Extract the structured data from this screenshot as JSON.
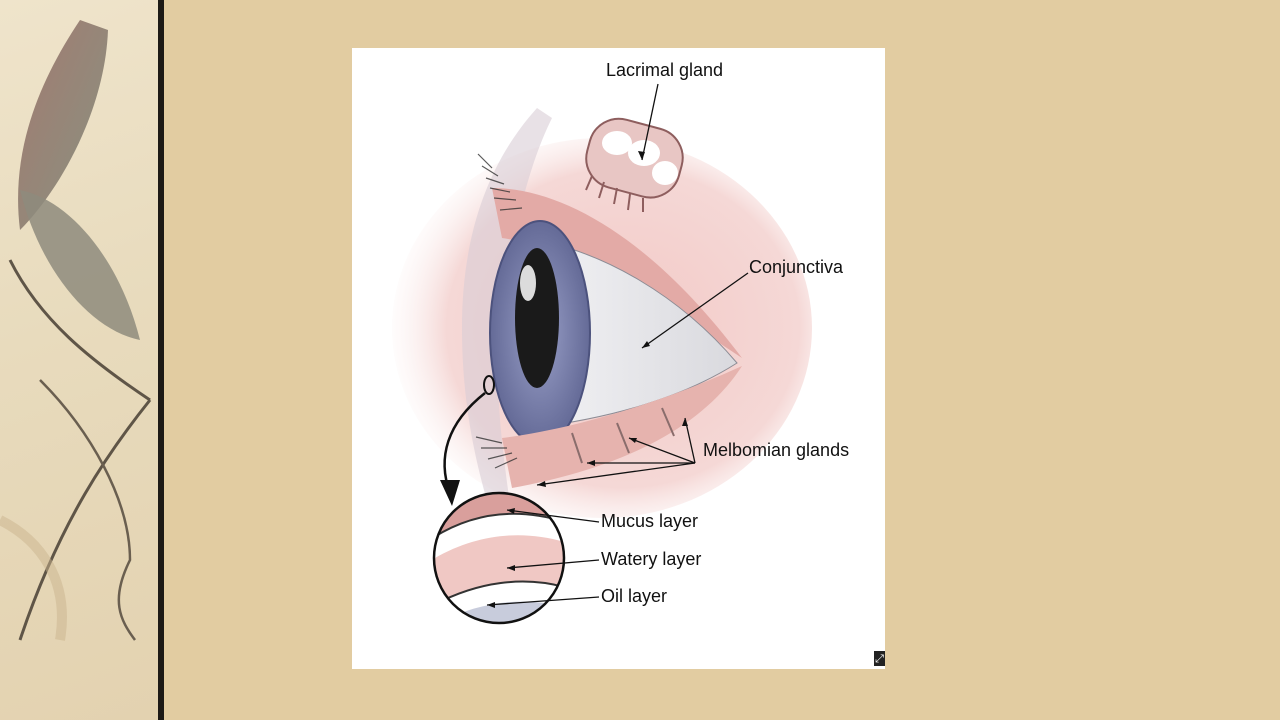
{
  "diagram": {
    "labels": {
      "lacrimal_gland": "Lacrimal gland",
      "conjunctiva": "Conjunctiva",
      "meibomian_glands": "Melbomian glands",
      "mucus_layer": "Mucus layer",
      "watery_layer": "Watery layer",
      "oil_layer": "Oil layer"
    }
  },
  "colors": {
    "background": "#e2cca1",
    "side_rule": "#1d1a16",
    "iris": "#7f86b4",
    "pupil": "#1a1a1a",
    "skin_pink": "#e9b7b4"
  },
  "icons": {
    "corner": "zoom-corner-icon",
    "decor": "leaf-branch-icon"
  }
}
